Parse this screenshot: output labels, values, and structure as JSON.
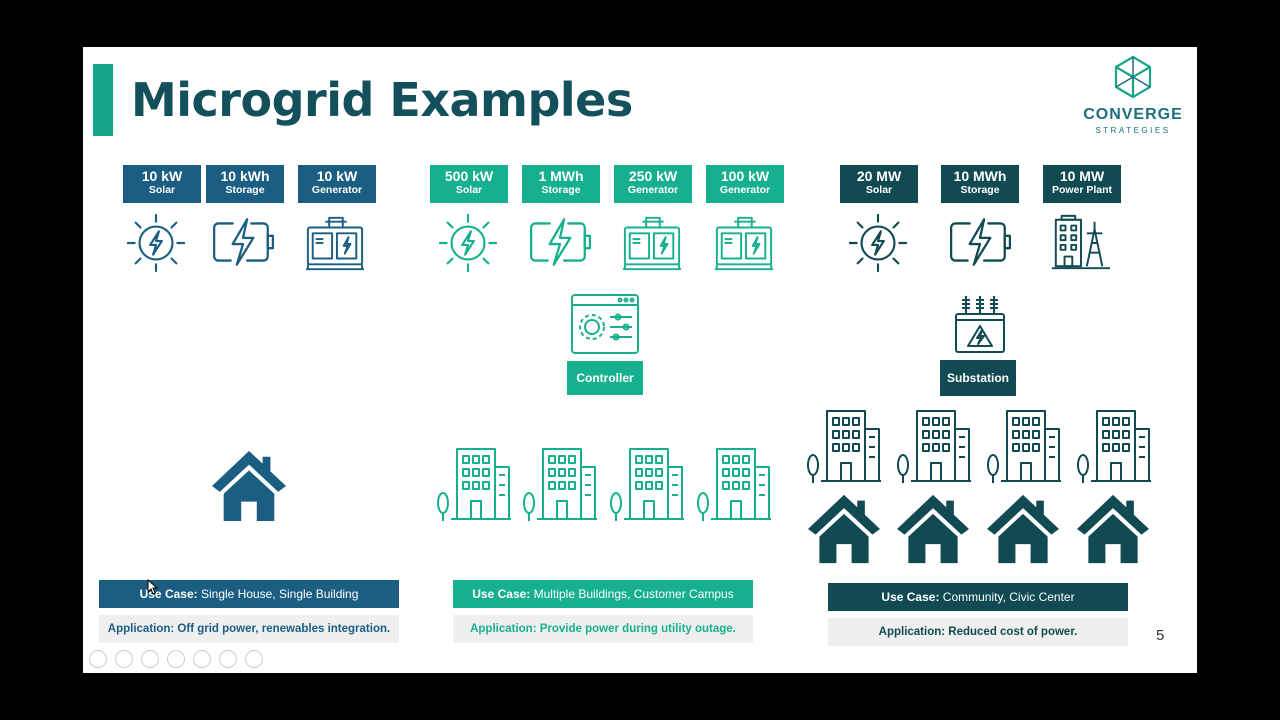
{
  "slide": {
    "title": "Microgrid Examples",
    "page_number": "5",
    "logo": {
      "name": "CONVERGE",
      "subtitle": "STRATEGIES"
    }
  },
  "section1": {
    "badges": [
      {
        "value": "10 kW",
        "type": "Solar"
      },
      {
        "value": "10 kWh",
        "type": "Storage"
      },
      {
        "value": "10 kW",
        "type": "Generator"
      }
    ],
    "use_case_label": "Use Case:",
    "use_case": "Single House, Single Building",
    "application": "Application: Off grid power, renewables integration."
  },
  "section2": {
    "badges": [
      {
        "value": "500 kW",
        "type": "Solar"
      },
      {
        "value": "1 MWh",
        "type": "Storage"
      },
      {
        "value": "250 kW",
        "type": "Generator"
      },
      {
        "value": "100 kW",
        "type": "Generator"
      }
    ],
    "controller_label": "Controller",
    "use_case_label": "Use Case:",
    "use_case": "Multiple Buildings, Customer Campus",
    "application": "Application: Provide power during utility outage."
  },
  "section3": {
    "badges": [
      {
        "value": "20 MW",
        "type": "Solar"
      },
      {
        "value": "10 MWh",
        "type": "Storage"
      },
      {
        "value": "10 MW",
        "type": "Power Plant"
      }
    ],
    "substation_label": "Substation",
    "use_case_label": "Use Case:",
    "use_case": "Community, Civic Center",
    "application": "Application: Reduced cost of power."
  },
  "colors": {
    "section1": "#1b5e82",
    "section2": "#17b08f",
    "section3": "#114a52",
    "title": "#14505c"
  }
}
